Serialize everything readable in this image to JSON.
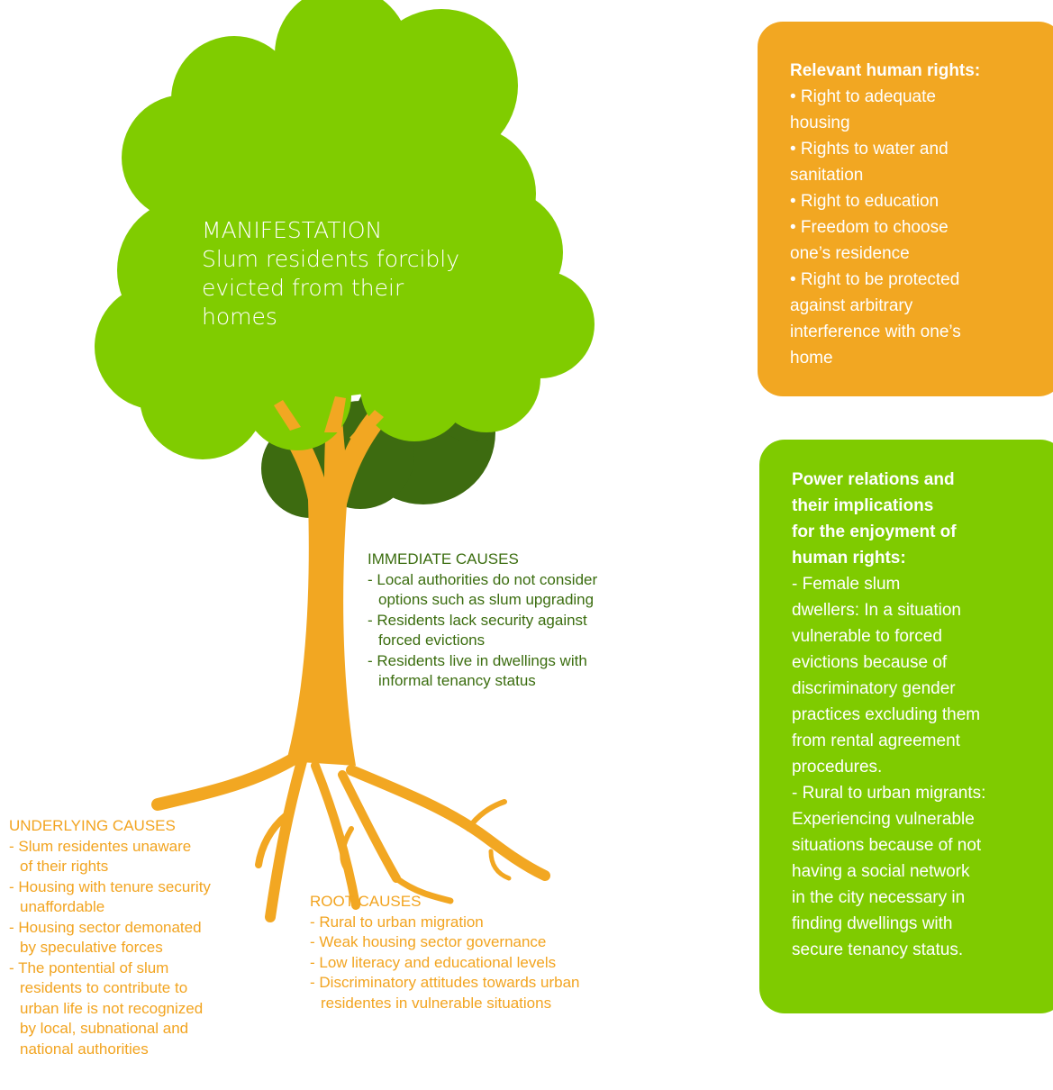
{
  "manifestation": {
    "lines": [
      "MANIFESTATION",
      "Slum residents forcibly",
      "evicted from their",
      "homes"
    ]
  },
  "immediate_causes": {
    "heading": "IMMEDIATE CAUSES",
    "lines": [
      "- Local authorities do not consider",
      "options such as slum upgrading",
      "- Residents lack security against",
      "forced evictions",
      "- Residents live in dwellings with",
      "informal tenancy status"
    ]
  },
  "underlying_causes": {
    "heading": "UNDERLYING CAUSES",
    "lines": [
      "- Slum residentes unaware",
      "of their  rights",
      "- Housing with tenure security",
      "unaffordable",
      "- Housing sector demonated",
      "by speculative forces",
      "- The pontential of slum",
      "residents  to contribute to",
      "urban life is not recognized",
      "by local, subnational  and",
      "national  authorities"
    ]
  },
  "root_causes": {
    "heading": "ROOT CAUSES",
    "lines": [
      "- Rural to urban migration",
      "- Weak housing sector governance",
      "- Low literacy and educational levels",
      "- Discriminatory attitudes towards urban",
      "residentes in vulnerable situations"
    ]
  },
  "human_rights_box": {
    "heading": "Relevant human rights:",
    "lines": [
      "• Right to adequate",
      "housing",
      "• Rights to water and",
      "sanitation",
      "• Right to education",
      "• Freedom to choose",
      "one’s residence",
      "• Right to be protected",
      "against arbitrary",
      "interference with one’s",
      "home"
    ]
  },
  "power_relations_box": {
    "heading_lines": [
      "Power relations and",
      "their implications",
      "for the enjoyment of",
      "human rights:"
    ],
    "lines": [
      "- Female slum",
      "dwellers: In a situation",
      "vulnerable to forced",
      "evictions because of",
      "discriminatory gender",
      "practices excluding them",
      "from rental agreement",
      "procedures.",
      "- Rural to urban migrants:",
      "Experiencing vulnerable",
      "situations because of not",
      "having a social network",
      "in the city necessary in",
      "finding dwellings with",
      "secure tenancy status."
    ]
  },
  "colors": {
    "canopy_light": "#80cc00",
    "canopy_dark": "#3d6b10",
    "trunk": "#f2a722",
    "power_box": "#7fcb00",
    "rights_box": "#f2a722",
    "immediate_text": "#3b6d0f",
    "cause_text": "#f2a420"
  }
}
